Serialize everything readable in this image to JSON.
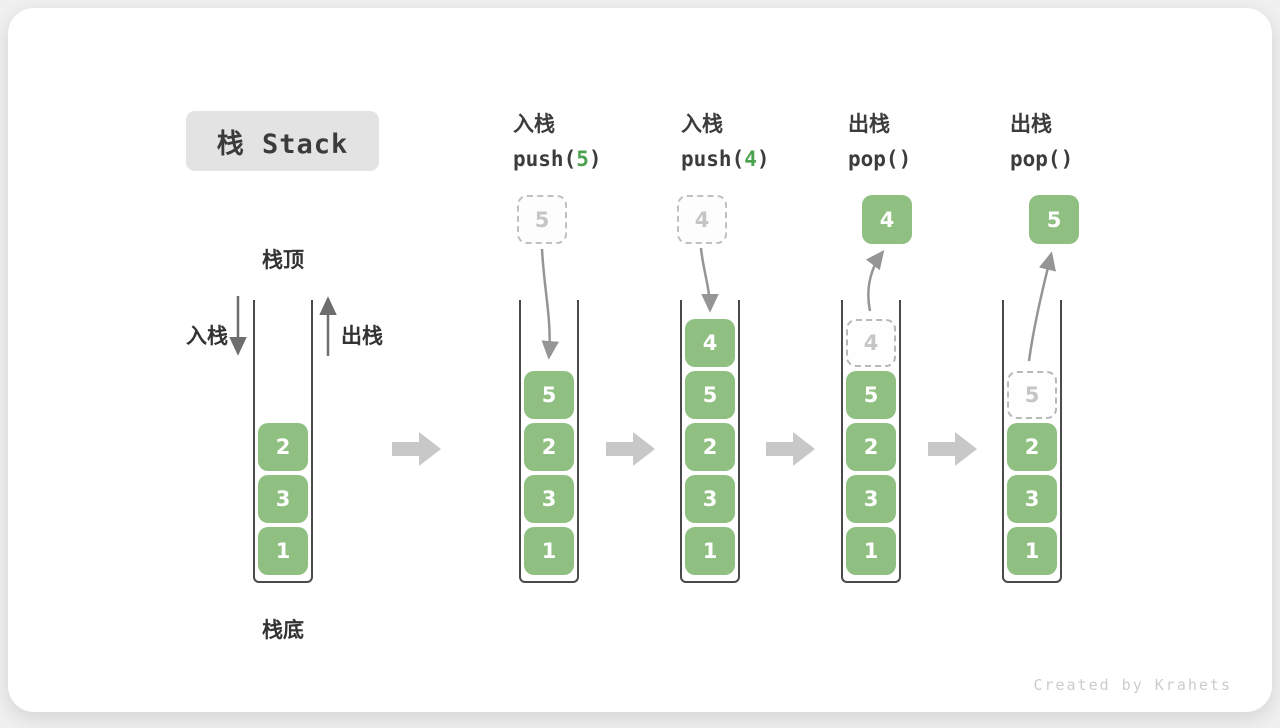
{
  "title": "栈 Stack",
  "watermark": "Created by Krahets",
  "stack_labels": {
    "top": "栈顶",
    "bottom": "栈底",
    "push_side": "入栈",
    "pop_side": "出栈"
  },
  "colors": {
    "element_green": "#8fc082",
    "accent_green": "#4ca24e",
    "title_box_bg": "#e3e3e3",
    "ghost_border": "#b8b8b8",
    "big_arrow_gray": "#c8c8c8",
    "curve_arrow_gray": "#959595",
    "text_dark": "#3c3c3c",
    "watermark_gray": "#cccccc"
  },
  "columns": [
    {
      "name": "initial",
      "operation": null,
      "floating": null,
      "stack": [
        "2",
        "3",
        "1"
      ]
    },
    {
      "name": "push-5",
      "operation": {
        "label": "入栈",
        "code_pre": "push(",
        "arg": "5",
        "code_post": ")"
      },
      "floating": {
        "style": "dashed",
        "value": "5"
      },
      "arrow": "in",
      "stack": [
        "5",
        "2",
        "3",
        "1"
      ]
    },
    {
      "name": "push-4",
      "operation": {
        "label": "入栈",
        "code_pre": "push(",
        "arg": "4",
        "code_post": ")"
      },
      "floating": {
        "style": "dashed",
        "value": "4"
      },
      "arrow": "in",
      "stack": [
        "4",
        "5",
        "2",
        "3",
        "1"
      ]
    },
    {
      "name": "pop-4",
      "operation": {
        "label": "出栈",
        "code_pre": "pop(",
        "arg": "",
        "code_post": ")"
      },
      "floating": {
        "style": "solid",
        "value": "4"
      },
      "arrow": "out",
      "stack": [
        {
          "value": "4",
          "ghost": true
        },
        "5",
        "2",
        "3",
        "1"
      ]
    },
    {
      "name": "pop-5",
      "operation": {
        "label": "出栈",
        "code_pre": "pop(",
        "arg": "",
        "code_post": ")"
      },
      "floating": {
        "style": "solid",
        "value": "5"
      },
      "arrow": "out",
      "stack": [
        {
          "value": "5",
          "ghost": true
        },
        "2",
        "3",
        "1"
      ]
    }
  ]
}
